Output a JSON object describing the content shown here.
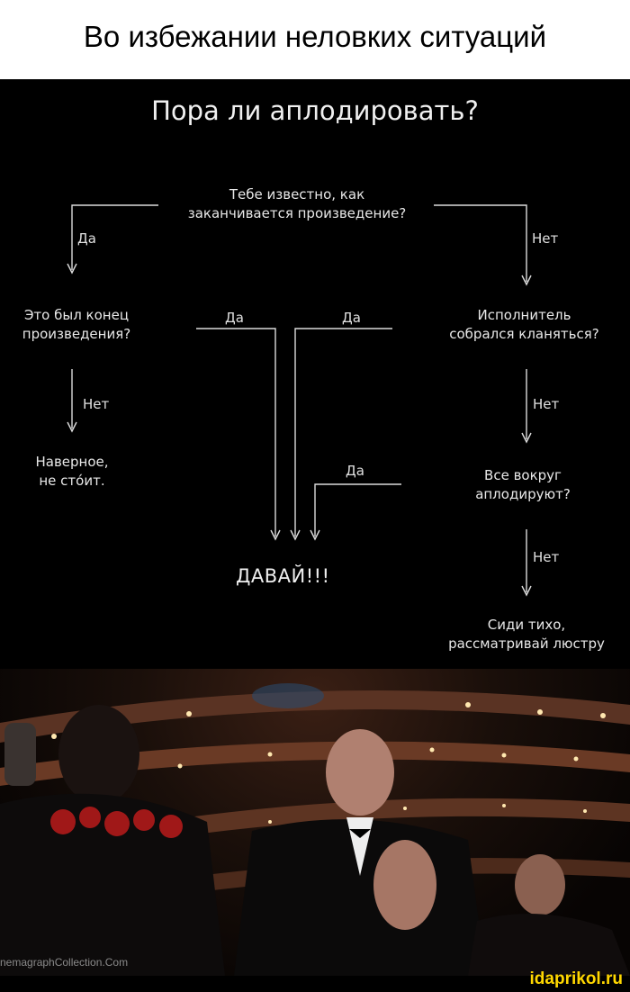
{
  "caption": "Во избежании неловких ситуаций",
  "diagram": {
    "title": "Пора ли аплодировать?",
    "nodes": {
      "start_line1": "Тебе известно, как",
      "start_line2": "заканчивается произведение?",
      "end_q_line1": "Это был конец",
      "end_q_line2": "произведения?",
      "not_worth_line1": "Наверное,",
      "not_worth_line2": "не стóит.",
      "bow_q_line1": "Исполнитель",
      "bow_q_line2": "собрался кланяться?",
      "all_clap_line1": "Все вокруг",
      "all_clap_line2": "аплодируют?",
      "sit_line1": "Сиди тихо,",
      "sit_line2": "рассматривай люстру",
      "go": "ДАВАЙ!!!"
    },
    "edges": {
      "yes": "Да",
      "no": "Нет"
    }
  },
  "watermark": "nemagraphCollection.Com",
  "brand": "idaprikol.ru"
}
